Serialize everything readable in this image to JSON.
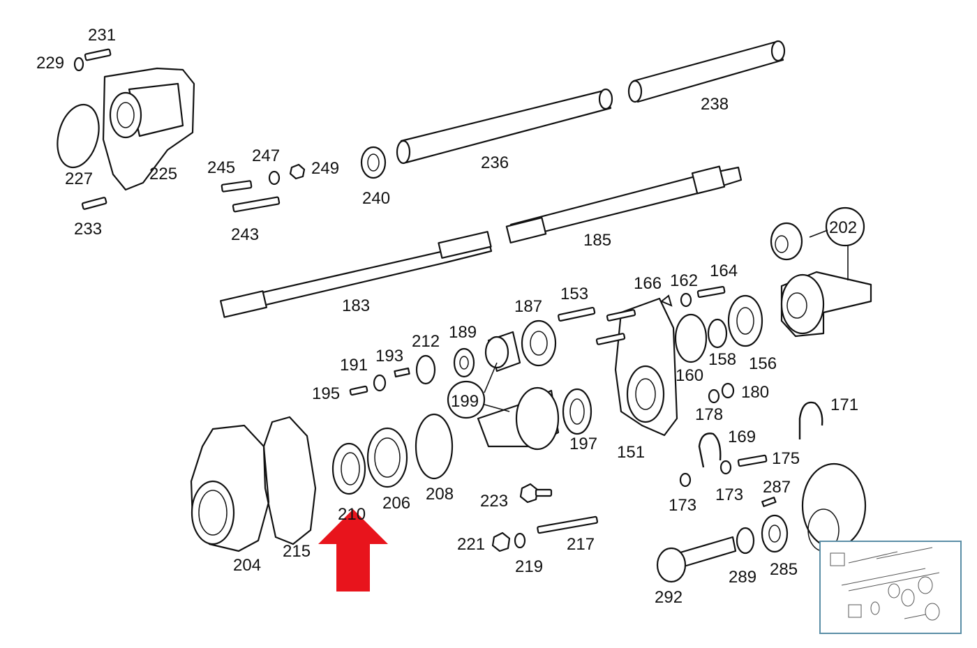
{
  "labels": {
    "l231": "231",
    "l229": "229",
    "l227": "227",
    "l225": "225",
    "l233": "233",
    "l245": "245",
    "l247": "247",
    "l249": "249",
    "l243": "243",
    "l240": "240",
    "l236": "236",
    "l238": "238",
    "l185": "185",
    "l202": "202",
    "l183": "183",
    "l187": "187",
    "l153": "153",
    "l166": "166",
    "l162": "162",
    "l164": "164",
    "l212": "212",
    "l189": "189",
    "l193": "193",
    "l191": "191",
    "l195": "195",
    "l199": "199",
    "l160": "160",
    "l158": "158",
    "l156": "156",
    "l180": "180",
    "l178": "178",
    "l197": "197",
    "l151": "151",
    "l171": "171",
    "l169": "169",
    "l175": "175",
    "l173a": "173",
    "l173b": "173",
    "l287": "287",
    "l206": "206",
    "l208": "208",
    "l210": "210",
    "l223": "223",
    "l221": "221",
    "l219": "219",
    "l217": "217",
    "l204": "204",
    "l215": "215",
    "l289": "289",
    "l285": "285",
    "l292": "292"
  },
  "highlight": {
    "part": "210",
    "color": "#e8141c"
  },
  "colors": {
    "line": "#111111",
    "thumbnail_border": "#5a8ea6"
  }
}
